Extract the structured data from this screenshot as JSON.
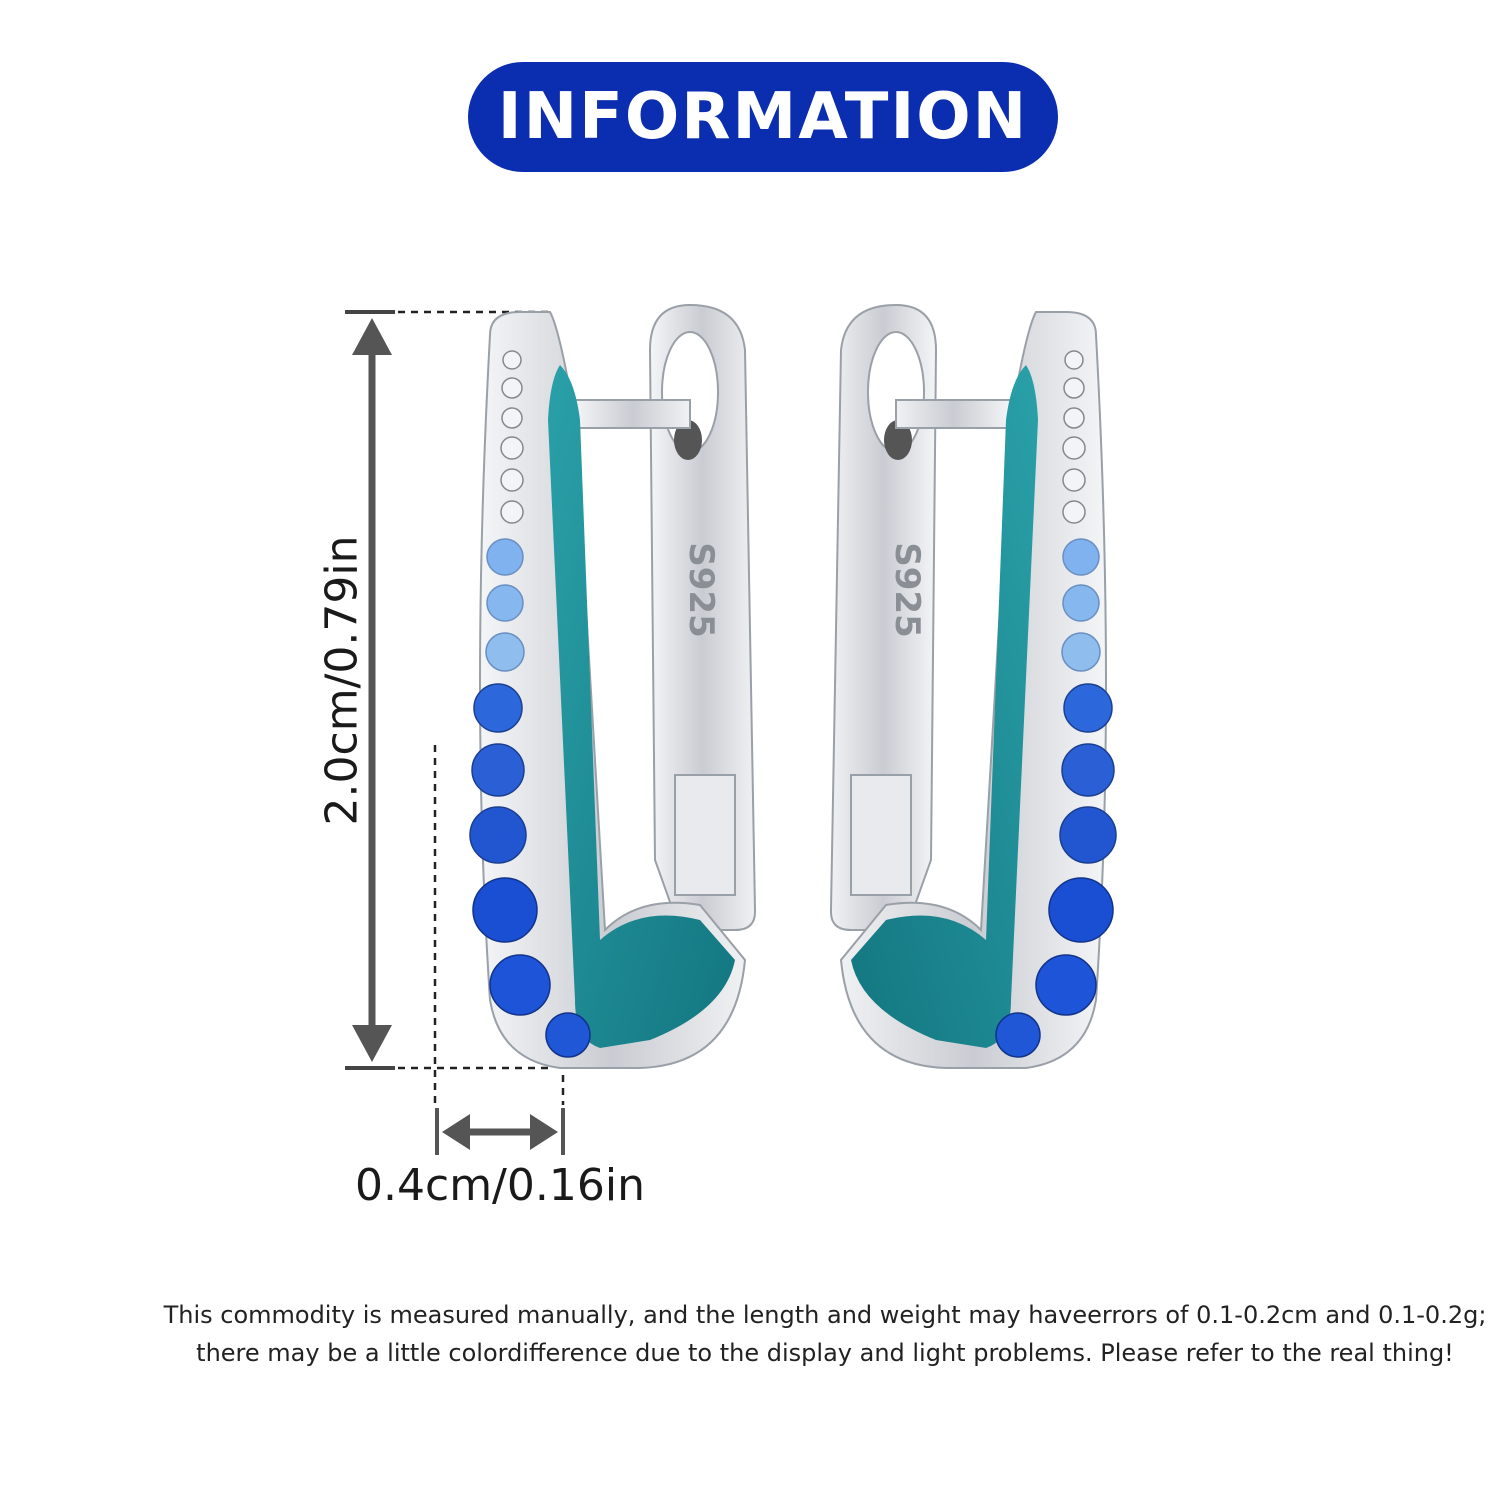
{
  "header": {
    "title": "INFORMATION"
  },
  "dimensions": {
    "height_label": "2.0cm/0.79in",
    "width_label": "0.4cm/0.16in"
  },
  "product": {
    "stamp": "S925"
  },
  "disclaimer": {
    "line1": "This commodity is measured manually, and the length and weight may haveerrors of 0.1-0.2cm and 0.1-0.2g;",
    "line2": "there may be a little colordifference due to the display and light problems. Please refer to the real thing!"
  },
  "colors": {
    "badge": "#0b2db0",
    "enamel": "#1f8e9a",
    "stone_blue": "#1f57d6",
    "stone_light": "#7fb2ee",
    "silver": "#d9dbe0"
  }
}
